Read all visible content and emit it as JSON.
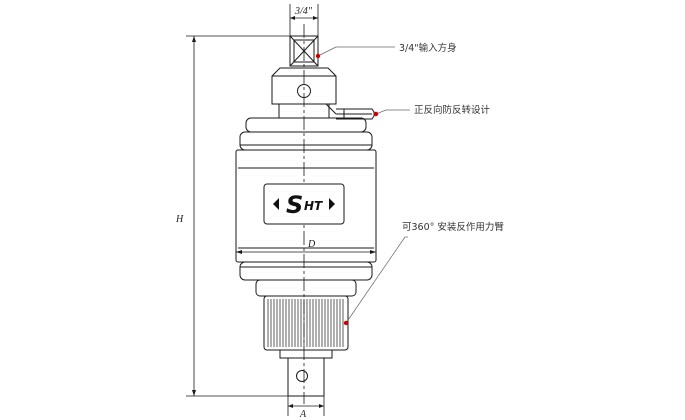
{
  "dimensions": {
    "top_width": "3/4\"",
    "height": "H",
    "diameter": "D",
    "bottom_width": "A"
  },
  "logo": {
    "text_big": "S",
    "text_small": "HT"
  },
  "callouts": [
    {
      "label": "3/4\"输入方身"
    },
    {
      "label": "正反向防反转设计"
    },
    {
      "label": "可360° 安装反作用力臂"
    }
  ],
  "colors": {
    "line": "#1a1a1a",
    "callout_dot": "#cc0000",
    "callout_line": "#666666"
  }
}
